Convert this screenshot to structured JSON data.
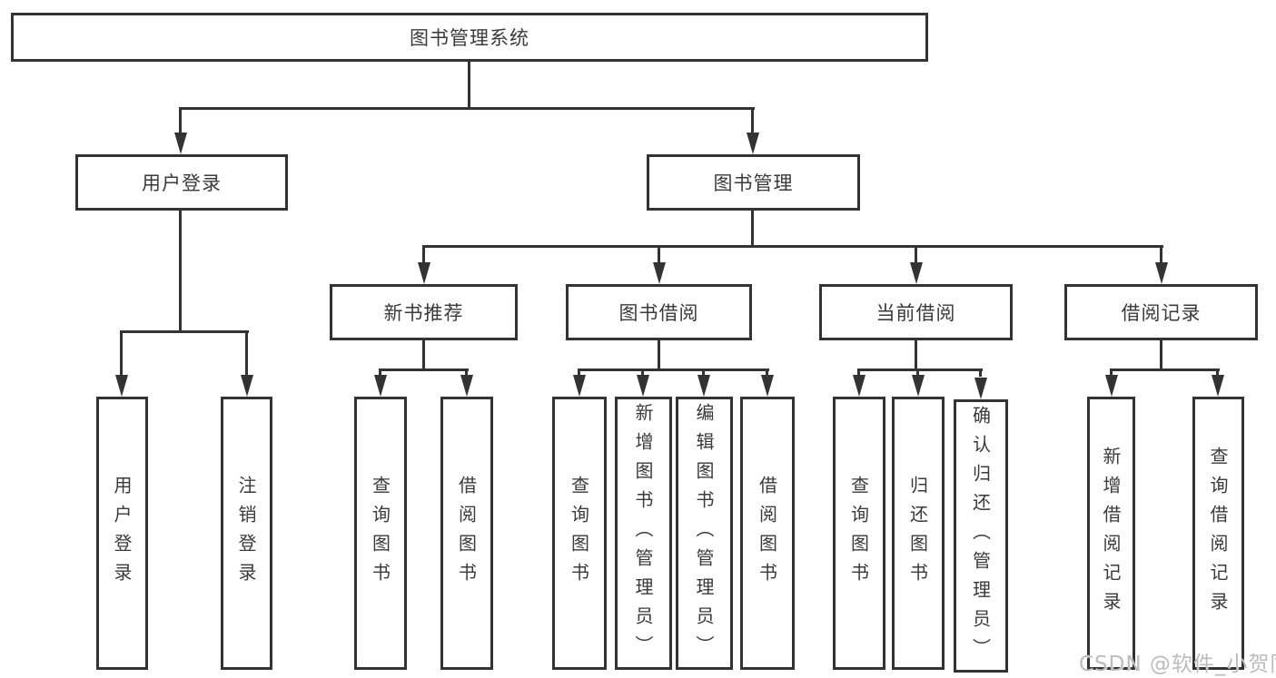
{
  "diagram": {
    "root": "图书管理系统",
    "user_login": {
      "label": "用户登录",
      "children": [
        "用户登录",
        "注销登录"
      ]
    },
    "book_management": {
      "label": "图书管理",
      "groups": [
        {
          "label": "新书推荐",
          "children": [
            "查询图书",
            "借阅图书"
          ]
        },
        {
          "label": "图书借阅",
          "children": [
            "查询图书",
            "新增图书（管理员）",
            "编辑图书（管理员）",
            "借阅图书"
          ]
        },
        {
          "label": "当前借阅",
          "children": [
            "查询图书",
            "归还图书",
            "确认归还（管理员）"
          ]
        },
        {
          "label": "借阅记录",
          "children": [
            "新增借阅记录",
            "查询借阅记录"
          ]
        }
      ]
    }
  },
  "watermark": "CSDN @软件_小贺同学"
}
